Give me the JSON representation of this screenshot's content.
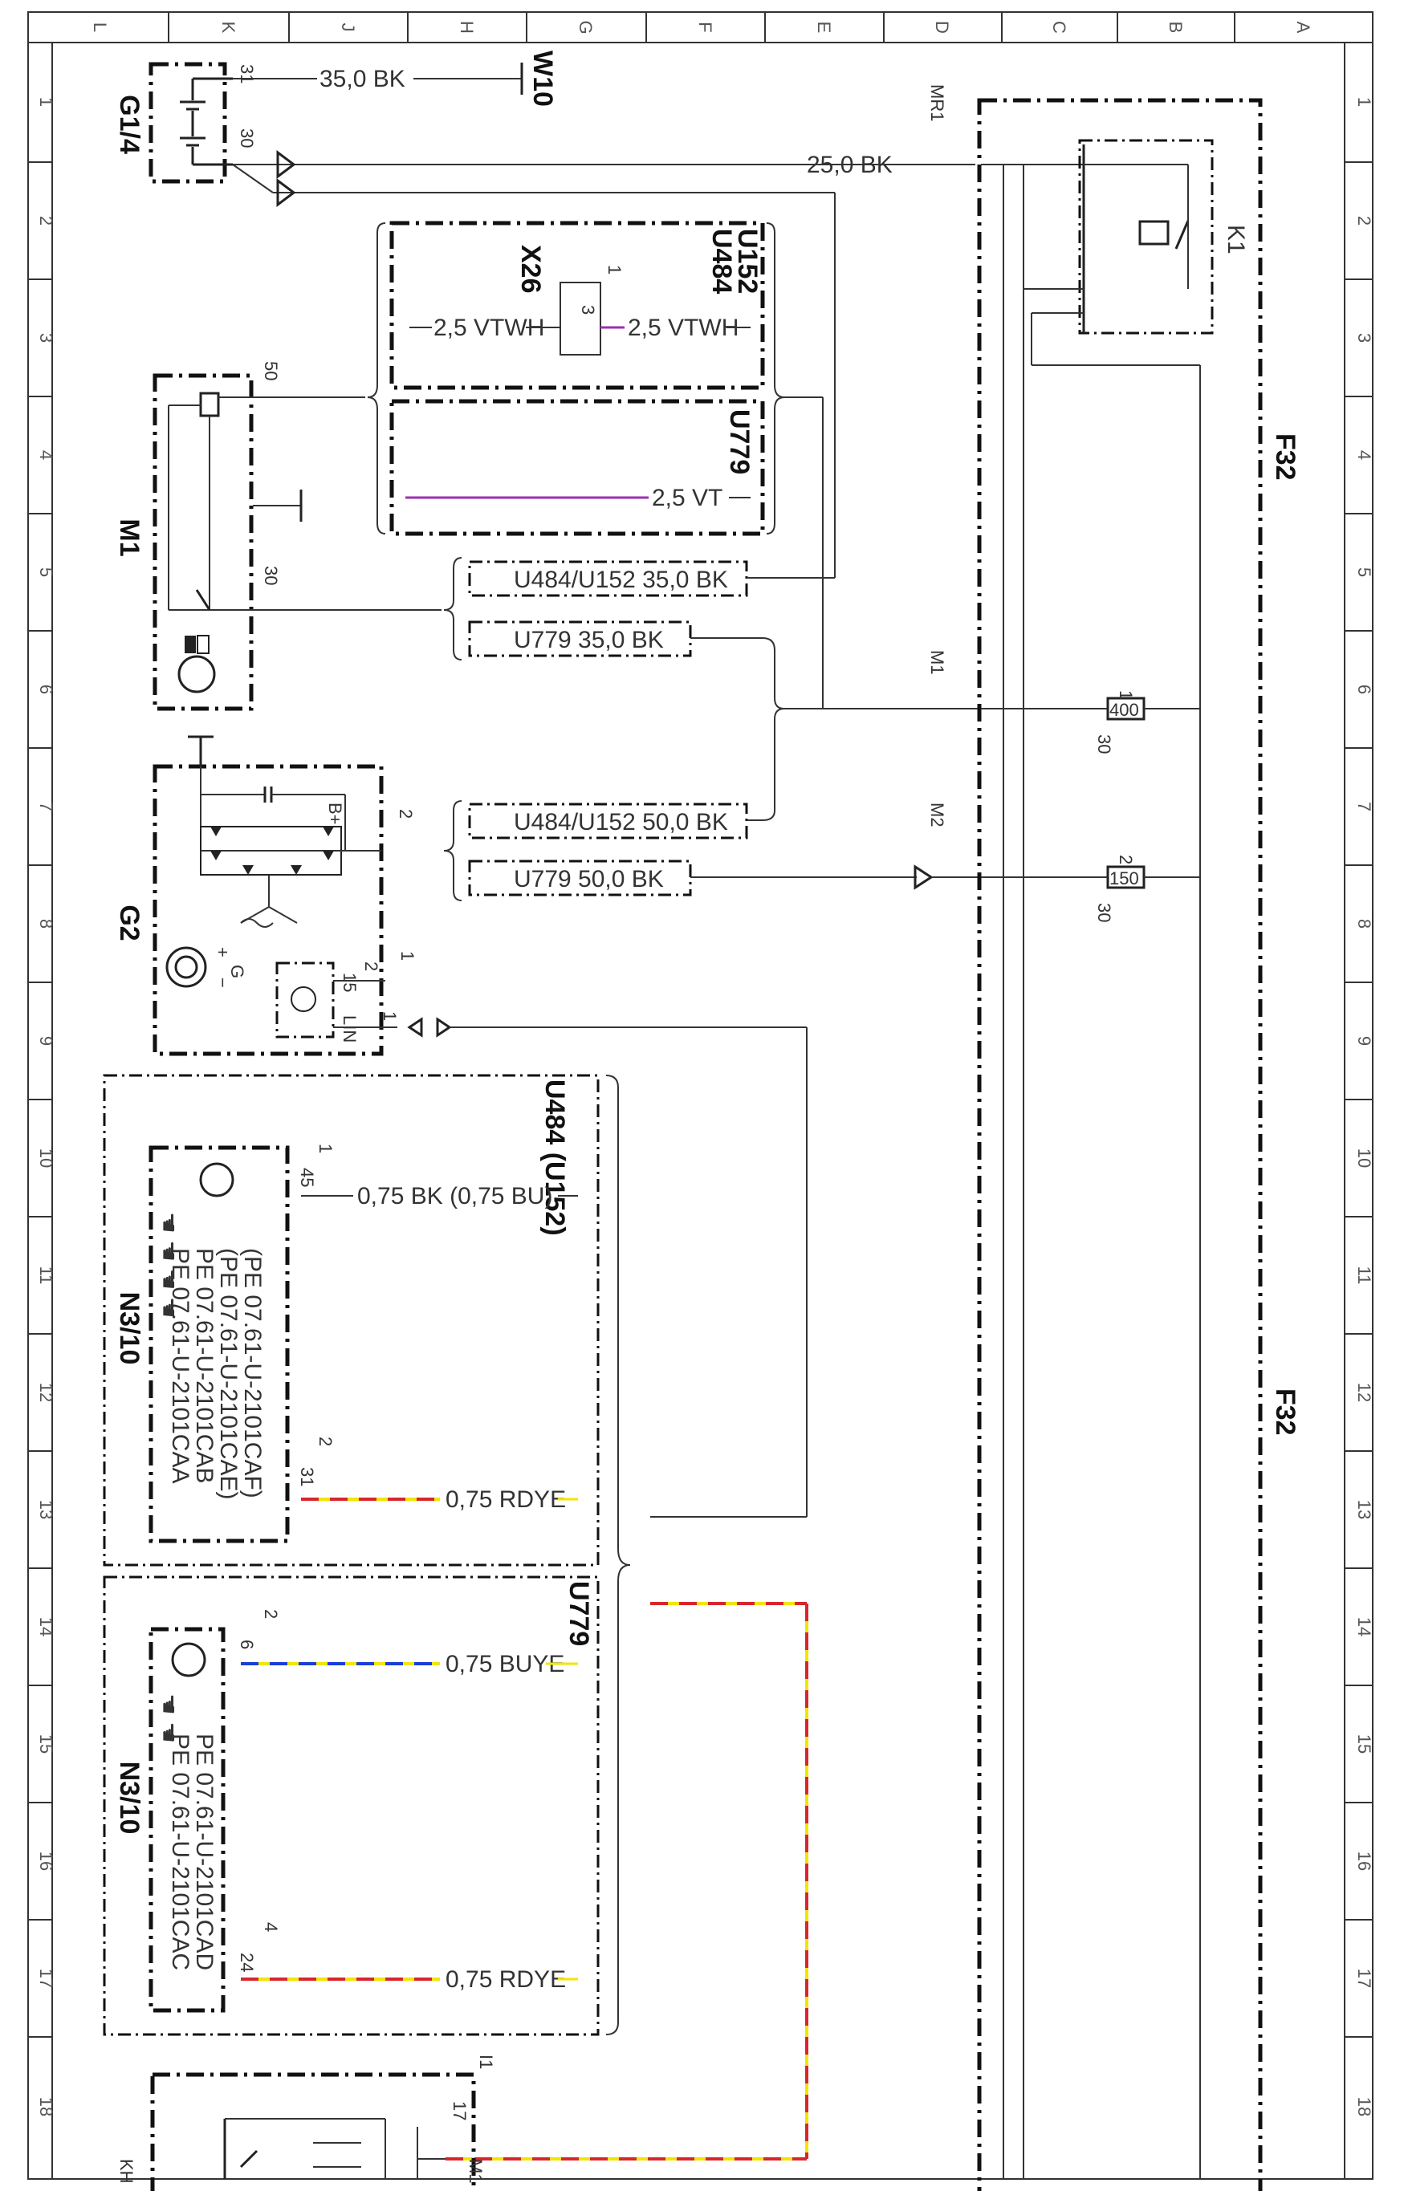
{
  "grid": {
    "top_letters": [
      "L",
      "K",
      "J",
      "H",
      "G",
      "F",
      "E",
      "D",
      "C",
      "B",
      "A"
    ],
    "row_numbers": [
      "1",
      "2",
      "3",
      "4",
      "5",
      "6",
      "7",
      "8",
      "9",
      "10",
      "11",
      "12",
      "13",
      "14",
      "15",
      "16",
      "17",
      "18"
    ]
  },
  "components": {
    "g1_4": "G1/4",
    "w10": "W10",
    "x26": "X26",
    "u484": "U484",
    "u152": "U152",
    "u779": "U779",
    "m1": "M1",
    "g2": "G2",
    "k1": "K1",
    "f32": "F32",
    "mr1": "MR1",
    "m1_pt": "M1",
    "m2_pt": "M2",
    "n3_10": "N3/10",
    "u484_u152_group": "U484 (U152)",
    "i1": "I1",
    "kh": "KH",
    "m1_bottom": "M1"
  },
  "pins": {
    "g1_31": "31",
    "g1_30": "30",
    "x26_1": "1",
    "x26_3": "3",
    "m1_50": "50",
    "m1_30": "30",
    "g2_2": "2",
    "g2_bplus": "B+",
    "g2_15": "15",
    "g2_lin": "LIN",
    "g2_1a": "1",
    "g2_2a": "2",
    "g2_1b": "1",
    "g2_g": "G",
    "n3_1": "1",
    "n3_45": "45",
    "n3_2": "2",
    "n3_31": "31",
    "n3b_2": "2",
    "n3b_6": "6",
    "n3b_4": "4",
    "n3b_24": "24",
    "fuse1_pos": "1",
    "fuse1_val": "400",
    "fuse1_30": "30",
    "fuse2_pos": "2",
    "fuse2_val": "150",
    "fuse2_30": "30",
    "i1_17": "17"
  },
  "wires": {
    "w10_wire": "35,0 BK",
    "mr1_wire": "25,0 BK",
    "x26_left": "2,5 VTWH",
    "x26_right": "2,5 VTWH",
    "u779_vt": "2,5 VT",
    "m1_u484_bk": "U484/U152  35,0 BK",
    "m1_u779_bk": "U779   35,0 BK",
    "g2_u484_bk": "U484/U152  50,0 BK",
    "g2_u779_bk": "U779   50,0 BK",
    "n3_bk_bu": "0,75 BK (0,75 BU)",
    "n3_rdye": "0,75 RDYE",
    "n3b_buye": "0,75 BUYE",
    "n3b_rdye": "0,75 RDYE"
  },
  "codes": {
    "n3_a": [
      "PE 07.61-U-2101CAA",
      "PE 07.61-U-2101CAB",
      "(PE 07.61-U-2101CAE)",
      "(PE 07.61-U-2101CAF)"
    ],
    "n3_b": [
      "PE 07.61-U-2101CAC",
      "PE 07.61-U-2101CAD"
    ]
  },
  "colors": {
    "violet": "#9b2fb0",
    "yellow": "#f2e600",
    "red": "#d8262b",
    "blue": "#1a3fd6",
    "ink": "#222222"
  },
  "icons": [
    "hand-pointer-icon",
    "transistor-icon",
    "motor-icon",
    "relay-icon",
    "fuse-icon",
    "ground-icon"
  ]
}
